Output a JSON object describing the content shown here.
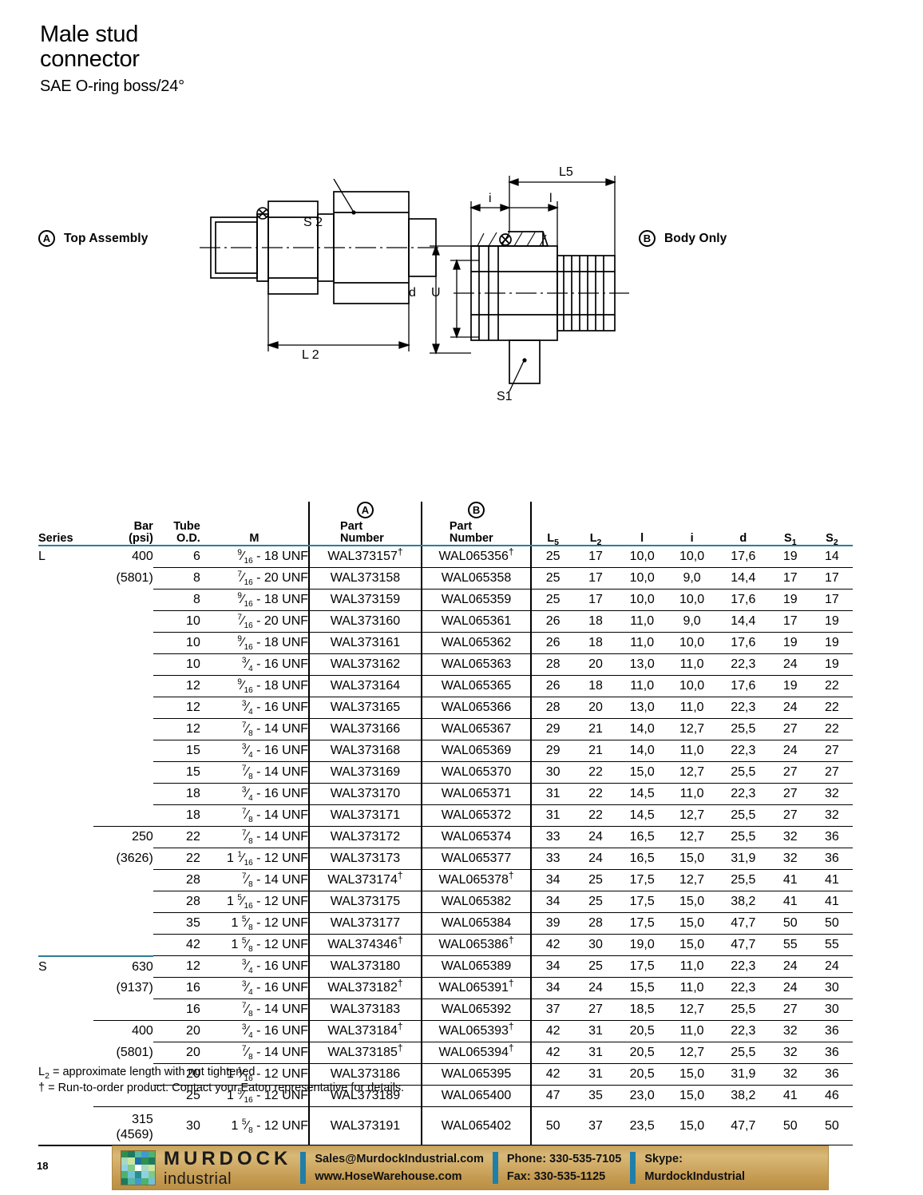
{
  "title": {
    "line1": "Male stud",
    "line2": "connector",
    "subtitle": "SAE O-ring boss/24°"
  },
  "drawings": {
    "a": {
      "badge": "A",
      "label": "Top Assembly",
      "dims": [
        "S 2",
        "L 2"
      ]
    },
    "b": {
      "badge": "B",
      "label": "Body Only",
      "dims": [
        "L5",
        "i",
        "l",
        "d",
        "U",
        "S1"
      ]
    }
  },
  "table": {
    "headers": {
      "series": "Series",
      "bar": "Bar",
      "bar_unit": "(psi)",
      "tube": "Tube",
      "tube_unit": "O.D.",
      "m": "M",
      "part_a_badge": "A",
      "part_a_l1": "Part",
      "part_a_l2": "Number",
      "part_b_badge": "B",
      "part_b_l1": "Part",
      "part_b_l2": "Number",
      "l5": "L",
      "l5_sub": "5",
      "l2": "L",
      "l2_sub": "2",
      "l": "l",
      "i": "i",
      "d": "d",
      "s1": "S",
      "s1_sub": "1",
      "s2": "S",
      "s2_sub": "2"
    },
    "rows": [
      {
        "series": "L",
        "bar": "400",
        "bar2": "",
        "tube": "6",
        "m_whole": "",
        "m_num": "9",
        "m_den": "16",
        "m_rest": "- 18 UNF",
        "pa": "WAL373157",
        "pa_dag": true,
        "pb": "WAL065356",
        "pb_dag": true,
        "l5": "25",
        "l2": "17",
        "l": "10,0",
        "i": "10,0",
        "d": "17,6",
        "s1": "19",
        "s2": "14",
        "series_start": true
      },
      {
        "series": "",
        "bar": "(5801)",
        "bar2": "",
        "tube": "8",
        "m_whole": "",
        "m_num": "7",
        "m_den": "16",
        "m_rest": "- 20 UNF",
        "pa": "WAL373158",
        "pa_dag": false,
        "pb": "WAL065358",
        "pb_dag": false,
        "l5": "25",
        "l2": "17",
        "l": "10,0",
        "i": "9,0",
        "d": "14,4",
        "s1": "17",
        "s2": "17"
      },
      {
        "series": "",
        "bar": "",
        "bar2": "",
        "tube": "8",
        "m_whole": "",
        "m_num": "9",
        "m_den": "16",
        "m_rest": "- 18 UNF",
        "pa": "WAL373159",
        "pa_dag": false,
        "pb": "WAL065359",
        "pb_dag": false,
        "l5": "25",
        "l2": "17",
        "l": "10,0",
        "i": "10,0",
        "d": "17,6",
        "s1": "19",
        "s2": "17"
      },
      {
        "series": "",
        "bar": "",
        "bar2": "",
        "tube": "10",
        "m_whole": "",
        "m_num": "7",
        "m_den": "16",
        "m_rest": "- 20 UNF",
        "pa": "WAL373160",
        "pa_dag": false,
        "pb": "WAL065361",
        "pb_dag": false,
        "l5": "26",
        "l2": "18",
        "l": "11,0",
        "i": "9,0",
        "d": "14,4",
        "s1": "17",
        "s2": "19"
      },
      {
        "series": "",
        "bar": "",
        "bar2": "",
        "tube": "10",
        "m_whole": "",
        "m_num": "9",
        "m_den": "16",
        "m_rest": "- 18 UNF",
        "pa": "WAL373161",
        "pa_dag": false,
        "pb": "WAL065362",
        "pb_dag": false,
        "l5": "26",
        "l2": "18",
        "l": "11,0",
        "i": "10,0",
        "d": "17,6",
        "s1": "19",
        "s2": "19"
      },
      {
        "series": "",
        "bar": "",
        "bar2": "",
        "tube": "10",
        "m_whole": "",
        "m_num": "3",
        "m_den": "4",
        "m_rest": "- 16 UNF",
        "pa": "WAL373162",
        "pa_dag": false,
        "pb": "WAL065363",
        "pb_dag": false,
        "l5": "28",
        "l2": "20",
        "l": "13,0",
        "i": "11,0",
        "d": "22,3",
        "s1": "24",
        "s2": "19"
      },
      {
        "series": "",
        "bar": "",
        "bar2": "",
        "tube": "12",
        "m_whole": "",
        "m_num": "9",
        "m_den": "16",
        "m_rest": "- 18 UNF",
        "pa": "WAL373164",
        "pa_dag": false,
        "pb": "WAL065365",
        "pb_dag": false,
        "l5": "26",
        "l2": "18",
        "l": "11,0",
        "i": "10,0",
        "d": "17,6",
        "s1": "19",
        "s2": "22"
      },
      {
        "series": "",
        "bar": "",
        "bar2": "",
        "tube": "12",
        "m_whole": "",
        "m_num": "3",
        "m_den": "4",
        "m_rest": "- 16 UNF",
        "pa": "WAL373165",
        "pa_dag": false,
        "pb": "WAL065366",
        "pb_dag": false,
        "l5": "28",
        "l2": "20",
        "l": "13,0",
        "i": "11,0",
        "d": "22,3",
        "s1": "24",
        "s2": "22"
      },
      {
        "series": "",
        "bar": "",
        "bar2": "",
        "tube": "12",
        "m_whole": "",
        "m_num": "7",
        "m_den": "8",
        "m_rest": "- 14 UNF",
        "pa": "WAL373166",
        "pa_dag": false,
        "pb": "WAL065367",
        "pb_dag": false,
        "l5": "29",
        "l2": "21",
        "l": "14,0",
        "i": "12,7",
        "d": "25,5",
        "s1": "27",
        "s2": "22"
      },
      {
        "series": "",
        "bar": "",
        "bar2": "",
        "tube": "15",
        "m_whole": "",
        "m_num": "3",
        "m_den": "4",
        "m_rest": "- 16 UNF",
        "pa": "WAL373168",
        "pa_dag": false,
        "pb": "WAL065369",
        "pb_dag": false,
        "l5": "29",
        "l2": "21",
        "l": "14,0",
        "i": "11,0",
        "d": "22,3",
        "s1": "24",
        "s2": "27"
      },
      {
        "series": "",
        "bar": "",
        "bar2": "",
        "tube": "15",
        "m_whole": "",
        "m_num": "7",
        "m_den": "8",
        "m_rest": "- 14 UNF",
        "pa": "WAL373169",
        "pa_dag": false,
        "pb": "WAL065370",
        "pb_dag": false,
        "l5": "30",
        "l2": "22",
        "l": "15,0",
        "i": "12,7",
        "d": "25,5",
        "s1": "27",
        "s2": "27"
      },
      {
        "series": "",
        "bar": "",
        "bar2": "",
        "tube": "18",
        "m_whole": "",
        "m_num": "3",
        "m_den": "4",
        "m_rest": "- 16 UNF",
        "pa": "WAL373170",
        "pa_dag": false,
        "pb": "WAL065371",
        "pb_dag": false,
        "l5": "31",
        "l2": "22",
        "l": "14,5",
        "i": "11,0",
        "d": "22,3",
        "s1": "27",
        "s2": "32"
      },
      {
        "series": "",
        "bar": "",
        "bar2": "",
        "tube": "18",
        "m_whole": "",
        "m_num": "7",
        "m_den": "8",
        "m_rest": "- 14 UNF",
        "pa": "WAL373171",
        "pa_dag": false,
        "pb": "WAL065372",
        "pb_dag": false,
        "l5": "31",
        "l2": "22",
        "l": "14,5",
        "i": "12,7",
        "d": "25,5",
        "s1": "27",
        "s2": "32"
      },
      {
        "series": "",
        "bar": "250",
        "bar2": "",
        "tube": "22",
        "m_whole": "",
        "m_num": "7",
        "m_den": "8",
        "m_rest": "- 14 UNF",
        "pa": "WAL373172",
        "pa_dag": false,
        "pb": "WAL065374",
        "pb_dag": false,
        "l5": "33",
        "l2": "24",
        "l": "16,5",
        "i": "12,7",
        "d": "25,5",
        "s1": "32",
        "s2": "36",
        "group_start": true
      },
      {
        "series": "",
        "bar": "(3626)",
        "bar2": "",
        "tube": "22",
        "m_whole": "1",
        "m_num": "1",
        "m_den": "16",
        "m_rest": "- 12 UNF",
        "pa": "WAL373173",
        "pa_dag": false,
        "pb": "WAL065377",
        "pb_dag": false,
        "l5": "33",
        "l2": "24",
        "l": "16,5",
        "i": "15,0",
        "d": "31,9",
        "s1": "32",
        "s2": "36"
      },
      {
        "series": "",
        "bar": "",
        "bar2": "",
        "tube": "28",
        "m_whole": "",
        "m_num": "7",
        "m_den": "8",
        "m_rest": "- 14 UNF",
        "pa": "WAL373174",
        "pa_dag": true,
        "pb": "WAL065378",
        "pb_dag": true,
        "l5": "34",
        "l2": "25",
        "l": "17,5",
        "i": "12,7",
        "d": "25,5",
        "s1": "41",
        "s2": "41"
      },
      {
        "series": "",
        "bar": "",
        "bar2": "",
        "tube": "28",
        "m_whole": "1",
        "m_num": "5",
        "m_den": "16",
        "m_rest": "- 12 UNF",
        "pa": "WAL373175",
        "pa_dag": false,
        "pb": "WAL065382",
        "pb_dag": false,
        "l5": "34",
        "l2": "25",
        "l": "17,5",
        "i": "15,0",
        "d": "38,2",
        "s1": "41",
        "s2": "41"
      },
      {
        "series": "",
        "bar": "",
        "bar2": "",
        "tube": "35",
        "m_whole": "1",
        "m_num": "5",
        "m_den": "8",
        "m_rest": "- 12 UNF",
        "pa": "WAL373177",
        "pa_dag": false,
        "pb": "WAL065384",
        "pb_dag": false,
        "l5": "39",
        "l2": "28",
        "l": "17,5",
        "i": "15,0",
        "d": "47,7",
        "s1": "50",
        "s2": "50"
      },
      {
        "series": "",
        "bar": "",
        "bar2": "",
        "tube": "42",
        "m_whole": "1",
        "m_num": "5",
        "m_den": "8",
        "m_rest": "- 12 UNF",
        "pa": "WAL374346",
        "pa_dag": true,
        "pb": "WAL065386",
        "pb_dag": true,
        "l5": "42",
        "l2": "30",
        "l": "19,0",
        "i": "15,0",
        "d": "47,7",
        "s1": "55",
        "s2": "55"
      },
      {
        "series": "S",
        "bar": "630",
        "bar2": "",
        "tube": "12",
        "m_whole": "",
        "m_num": "3",
        "m_den": "4",
        "m_rest": "- 16 UNF",
        "pa": "WAL373180",
        "pa_dag": false,
        "pb": "WAL065389",
        "pb_dag": false,
        "l5": "34",
        "l2": "25",
        "l": "17,5",
        "i": "11,0",
        "d": "22,3",
        "s1": "24",
        "s2": "24",
        "series_start": true
      },
      {
        "series": "",
        "bar": "(9137)",
        "bar2": "",
        "tube": "16",
        "m_whole": "",
        "m_num": "3",
        "m_den": "4",
        "m_rest": "- 16 UNF",
        "pa": "WAL373182",
        "pa_dag": true,
        "pb": "WAL065391",
        "pb_dag": true,
        "l5": "34",
        "l2": "24",
        "l": "15,5",
        "i": "11,0",
        "d": "22,3",
        "s1": "24",
        "s2": "30"
      },
      {
        "series": "",
        "bar": "",
        "bar2": "",
        "tube": "16",
        "m_whole": "",
        "m_num": "7",
        "m_den": "8",
        "m_rest": "- 14 UNF",
        "pa": "WAL373183",
        "pa_dag": false,
        "pb": "WAL065392",
        "pb_dag": false,
        "l5": "37",
        "l2": "27",
        "l": "18,5",
        "i": "12,7",
        "d": "25,5",
        "s1": "27",
        "s2": "30"
      },
      {
        "series": "",
        "bar": "400",
        "bar2": "",
        "tube": "20",
        "m_whole": "",
        "m_num": "3",
        "m_den": "4",
        "m_rest": "- 16 UNF",
        "pa": "WAL373184",
        "pa_dag": true,
        "pb": "WAL065393",
        "pb_dag": true,
        "l5": "42",
        "l2": "31",
        "l": "20,5",
        "i": "11,0",
        "d": "22,3",
        "s1": "32",
        "s2": "36",
        "group_start": true
      },
      {
        "series": "",
        "bar": "(5801)",
        "bar2": "",
        "tube": "20",
        "m_whole": "",
        "m_num": "7",
        "m_den": "8",
        "m_rest": "- 14 UNF",
        "pa": "WAL373185",
        "pa_dag": true,
        "pb": "WAL065394",
        "pb_dag": true,
        "l5": "42",
        "l2": "31",
        "l": "20,5",
        "i": "12,7",
        "d": "25,5",
        "s1": "32",
        "s2": "36"
      },
      {
        "series": "",
        "bar": "",
        "bar2": "",
        "tube": "20",
        "m_whole": "1",
        "m_num": "1",
        "m_den": "16",
        "m_rest": "- 12 UNF",
        "pa": "WAL373186",
        "pa_dag": false,
        "pb": "WAL065395",
        "pb_dag": false,
        "l5": "42",
        "l2": "31",
        "l": "20,5",
        "i": "15,0",
        "d": "31,9",
        "s1": "32",
        "s2": "36"
      },
      {
        "series": "",
        "bar": "",
        "bar2": "",
        "tube": "25",
        "m_whole": "1",
        "m_num": "5",
        "m_den": "16",
        "m_rest": "- 12 UNF",
        "pa": "WAL373189",
        "pa_dag": false,
        "pb": "WAL065400",
        "pb_dag": false,
        "l5": "47",
        "l2": "35",
        "l": "23,0",
        "i": "15,0",
        "d": "38,2",
        "s1": "41",
        "s2": "46"
      },
      {
        "series": "",
        "bar": "315",
        "bar2": "(4569)",
        "tube": "30",
        "m_whole": "1",
        "m_num": "5",
        "m_den": "8",
        "m_rest": "- 12 UNF",
        "pa": "WAL373191",
        "pa_dag": false,
        "pb": "WAL065402",
        "pb_dag": false,
        "l5": "50",
        "l2": "37",
        "l": "23,5",
        "i": "15,0",
        "d": "47,7",
        "s1": "50",
        "s2": "50",
        "group_start": true,
        "tall": true,
        "last": true
      }
    ]
  },
  "footnotes": {
    "line1_prefix": "L",
    "line1_sub": "2",
    "line1_rest": " = approximate length with nut tightened",
    "line2": "† = Run-to-order product. Contact your Eaton representative for details."
  },
  "footer": {
    "page_number": "18",
    "brand_name": "MURDOCK",
    "brand_sub": "industrial",
    "email": "Sales@MurdockIndustrial.com",
    "website": "www.HoseWarehouse.com",
    "phone": "Phone: 330-535-7105",
    "fax": "Fax: 330-535-1125",
    "skype_label": "Skype:",
    "skype_handle": "MurdockIndustrial"
  },
  "colors": {
    "accent_rule": "#2d7d99",
    "footer_bg": "#c9a45f",
    "footer_bar": "#1f7fa8"
  }
}
